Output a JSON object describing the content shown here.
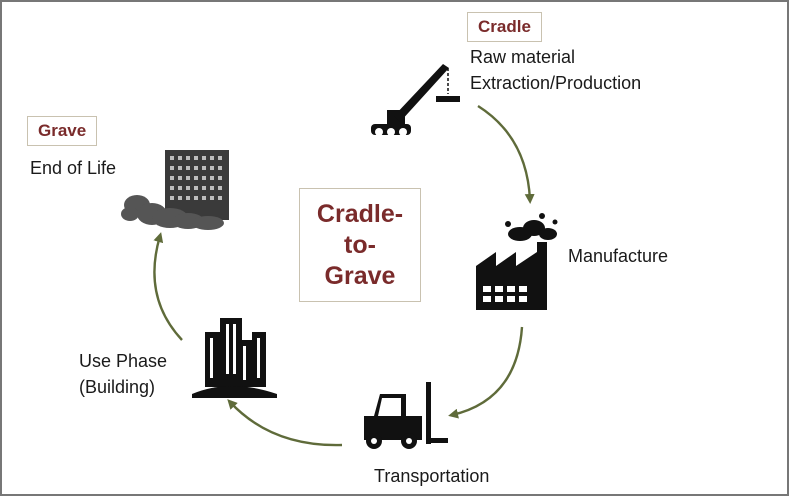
{
  "center": {
    "line1": "Cradle-",
    "line2": "to-",
    "line3": "Grave"
  },
  "stages": {
    "cradle": {
      "tag": "Cradle",
      "line1": "Raw material",
      "line2": "Extraction/Production",
      "icon": "crane-icon"
    },
    "manufacture": {
      "label": "Manufacture",
      "icon": "factory-icon"
    },
    "transportation": {
      "label": "Transportation",
      "icon": "forklift-icon"
    },
    "use_phase": {
      "line1": "Use Phase",
      "line2": "(Building)",
      "icon": "buildings-icon"
    },
    "grave": {
      "tag": "Grave",
      "label": "End of Life",
      "icon": "demolition-icon"
    }
  },
  "colors": {
    "tag_text": "#7a2b2b",
    "arrow": "#5f6b3a",
    "icon": "#111111",
    "rubble": "#555555"
  }
}
